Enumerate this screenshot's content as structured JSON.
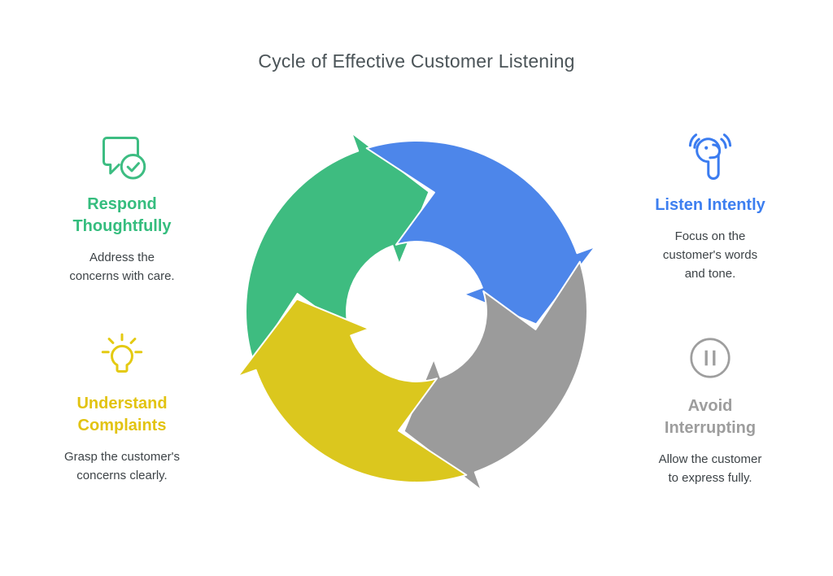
{
  "title": "Cycle of Effective Customer Listening",
  "cycle": {
    "type": "circular-cycle",
    "direction": "clockwise",
    "arrow_colors": {
      "green": "#3ebc80",
      "blue": "#4d86ea",
      "gray": "#9b9b9b",
      "yellow": "#dbc71e"
    }
  },
  "colors": {
    "title_text": "#4b5458",
    "body_text": "#3d4347",
    "green": "#35bd7e",
    "blue": "#3d7ff0",
    "yellow": "#e2c311",
    "gray": "#9d9d9d",
    "background": "#ffffff"
  },
  "steps": [
    {
      "id": "respond",
      "icon": "comment-check-icon",
      "color": "#35bd7e",
      "heading_lines": [
        "Respond",
        "Thoughtfully"
      ],
      "desc_lines": [
        "Address the",
        "concerns with care."
      ]
    },
    {
      "id": "listen",
      "icon": "earbud-icon",
      "color": "#3d7ff0",
      "heading_lines": [
        "Listen Intently"
      ],
      "desc_lines": [
        "Focus on the",
        "customer's words",
        "and tone."
      ]
    },
    {
      "id": "understand",
      "icon": "lightbulb-icon",
      "color": "#e2c311",
      "heading_lines": [
        "Understand",
        "Complaints"
      ],
      "desc_lines": [
        "Grasp the customer's",
        "concerns clearly."
      ]
    },
    {
      "id": "avoid",
      "icon": "pause-circle-icon",
      "color": "#9d9d9d",
      "heading_lines": [
        "Avoid",
        "Interrupting"
      ],
      "desc_lines": [
        "Allow the customer",
        "to express fully."
      ]
    }
  ]
}
